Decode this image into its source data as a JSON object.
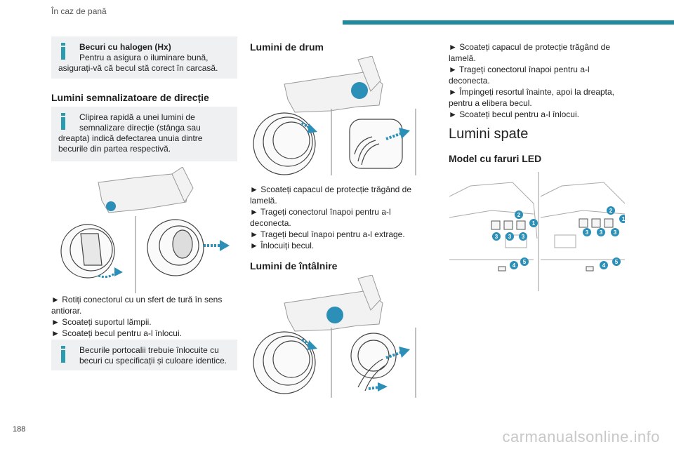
{
  "header": {
    "title": "În caz de pană",
    "accent": "#1f8a9c"
  },
  "page_number": "188",
  "watermark": "carmanualsonline.info",
  "col1": {
    "note_halogen": {
      "title": "Becuri cu halogen (Hx)",
      "line1": "Pentru a asigura o iluminare bună,",
      "line2": "asigurați-vă că becul stă corect în carcasă."
    },
    "heading_signal": "Lumini semnalizatoare de direcție",
    "note_signal": {
      "line1": "Clipirea rapidă a unei lumini de",
      "line2": "semnalizare direcție (stânga sau",
      "line3": "dreapta) indică defectarea unuia dintre",
      "line4": "becurile din partea respectivă."
    },
    "steps": [
      "► Rotiți conectorul cu un sfert de tură în sens",
      "antiorar.",
      "► Scoateți suportul lămpii.",
      "► Scoateți becul pentru a-l înlocui."
    ],
    "note_orange": {
      "line1": "Becurile portocalii trebuie înlocuite cu",
      "line2": "becuri cu specificații și culoare identice."
    }
  },
  "col2": {
    "heading_drum": "Lumini de drum",
    "steps_drum": [
      "► Scoateți capacul de protecție trăgând de",
      "lamelă.",
      "► Trageți conectorul înapoi pentru a-l",
      "deconecta.",
      "► Trageți becul înapoi pentru a-l extrage.",
      "► Înlocuiți becul."
    ],
    "heading_intalnire": "Lumini de întâlnire"
  },
  "col3": {
    "steps": [
      "► Scoateți capacul de protecție trăgând de",
      "lamelă.",
      "► Trageți conectorul înapoi pentru a-l",
      "deconecta.",
      "► Împingeți resortul înainte, apoi la dreapta,",
      "pentru a elibera becul.",
      "► Scoateți becul pentru a-l înlocui."
    ],
    "heading_spate": "Lumini spate",
    "heading_led": "Model cu faruri LED",
    "callouts_left": [
      "2",
      "1",
      "3",
      "3",
      "3",
      "4",
      "5"
    ],
    "callouts_right": [
      "2",
      "1",
      "3",
      "3",
      "3",
      "4",
      "5"
    ]
  },
  "colors": {
    "info_icon": "#2b9bb0",
    "callout": "#2b8fb8",
    "note_bg": "#eef0f2"
  }
}
